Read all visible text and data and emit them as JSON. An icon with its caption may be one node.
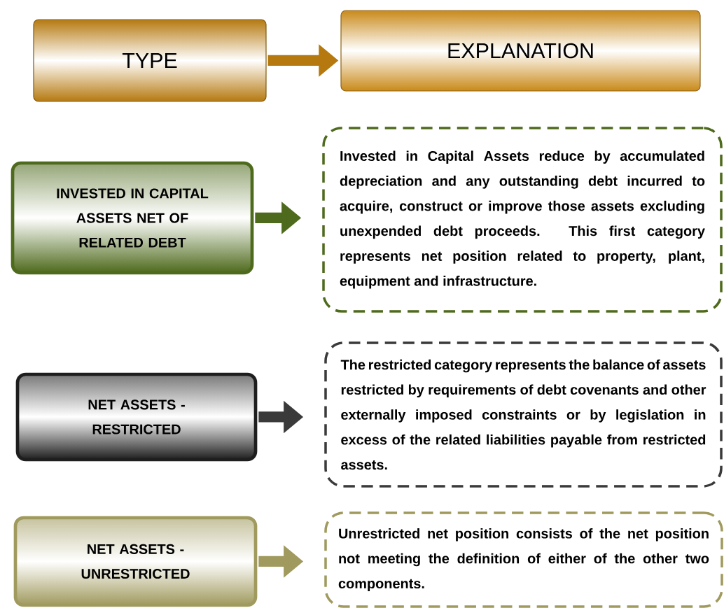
{
  "diagram": {
    "nodes": [
      {
        "text": [
          "TYPE"
        ]
      },
      {
        "text": [
          "EXPLANATION"
        ]
      },
      {
        "text": [
          "INVESTED IN CAPITAL ASSETS NET OF RELATED DEBT"
        ]
      },
      {
        "text": [
          "Invested in Capital Assets reduce by accumulated depreciation and any outstanding debt incurred to acquire, construct or improve those assets excluding unexpended debt proceeds. This first category represents net position related to property, plant, equipment and infrastructure."
        ]
      },
      {
        "text": [
          "NET ASSETS - RESTRICTED"
        ]
      },
      {
        "text": [
          "The restricted category represents the balance of assets restricted by requirements of debt covenants and other externally imposed constraints or by legislation in excess of the related liabilities payable from restricted assets."
        ]
      },
      {
        "text": [
          "NET ASSETS - UNRESTRICTED"
        ]
      },
      {
        "text": [
          "Unrestricted net position consists of the net position not meeting the definition of either of the other two components."
        ]
      }
    ],
    "edges": [
      {
        "from": 0,
        "to": 1,
        "arrow": "to",
        "color": "#b5790f"
      },
      {
        "from": 2,
        "to": 3,
        "arrow": "to",
        "color": "#4e6a1c"
      },
      {
        "from": 4,
        "to": 5,
        "arrow": "to",
        "color": "#3a3a3a"
      },
      {
        "from": 6,
        "to": 7,
        "arrow": "to",
        "color": "#a09a5e"
      }
    ]
  }
}
